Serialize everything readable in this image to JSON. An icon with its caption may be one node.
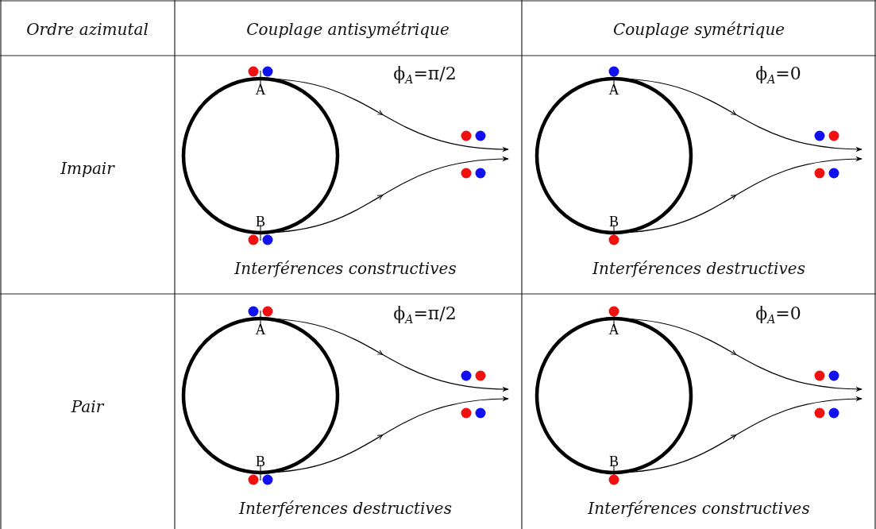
{
  "diagram": {
    "nodes": [
      {
        "text": [
          "A"
        ]
      },
      {
        "text": [
          "B"
        ]
      },
      {
        "text": [
          "A"
        ]
      },
      {
        "text": [
          "B"
        ]
      },
      {
        "text": [
          "A"
        ]
      },
      {
        "text": [
          "B"
        ]
      },
      {
        "text": [
          "A"
        ]
      },
      {
        "text": [
          "B"
        ]
      }
    ],
    "edges": [
      {
        "from": 0,
        "to": null,
        "arrow": "to"
      },
      {
        "from": 1,
        "to": null,
        "arrow": "to"
      },
      {
        "from": 2,
        "to": null,
        "arrow": "to"
      },
      {
        "from": 3,
        "to": null,
        "arrow": "to"
      },
      {
        "from": 4,
        "to": null,
        "arrow": "to"
      },
      {
        "from": 5,
        "to": null,
        "arrow": "to"
      },
      {
        "from": 6,
        "to": null,
        "arrow": "to"
      },
      {
        "from": 7,
        "to": null,
        "arrow": "to"
      }
    ],
    "labels": [
      "Ordre azimutal",
      "Couplage antisymétrique",
      "Couplage symétrique",
      "Impair",
      "ϕ$_{A}$=π/2",
      "Interférences constructives",
      "ϕ$_{A}$=0",
      "Interférences destructives",
      "Pair",
      "ϕ$_{A}$=π/2",
      "Interférences destructives",
      "ϕ$_{A}$=0",
      "Interférences constructives"
    ]
  }
}
